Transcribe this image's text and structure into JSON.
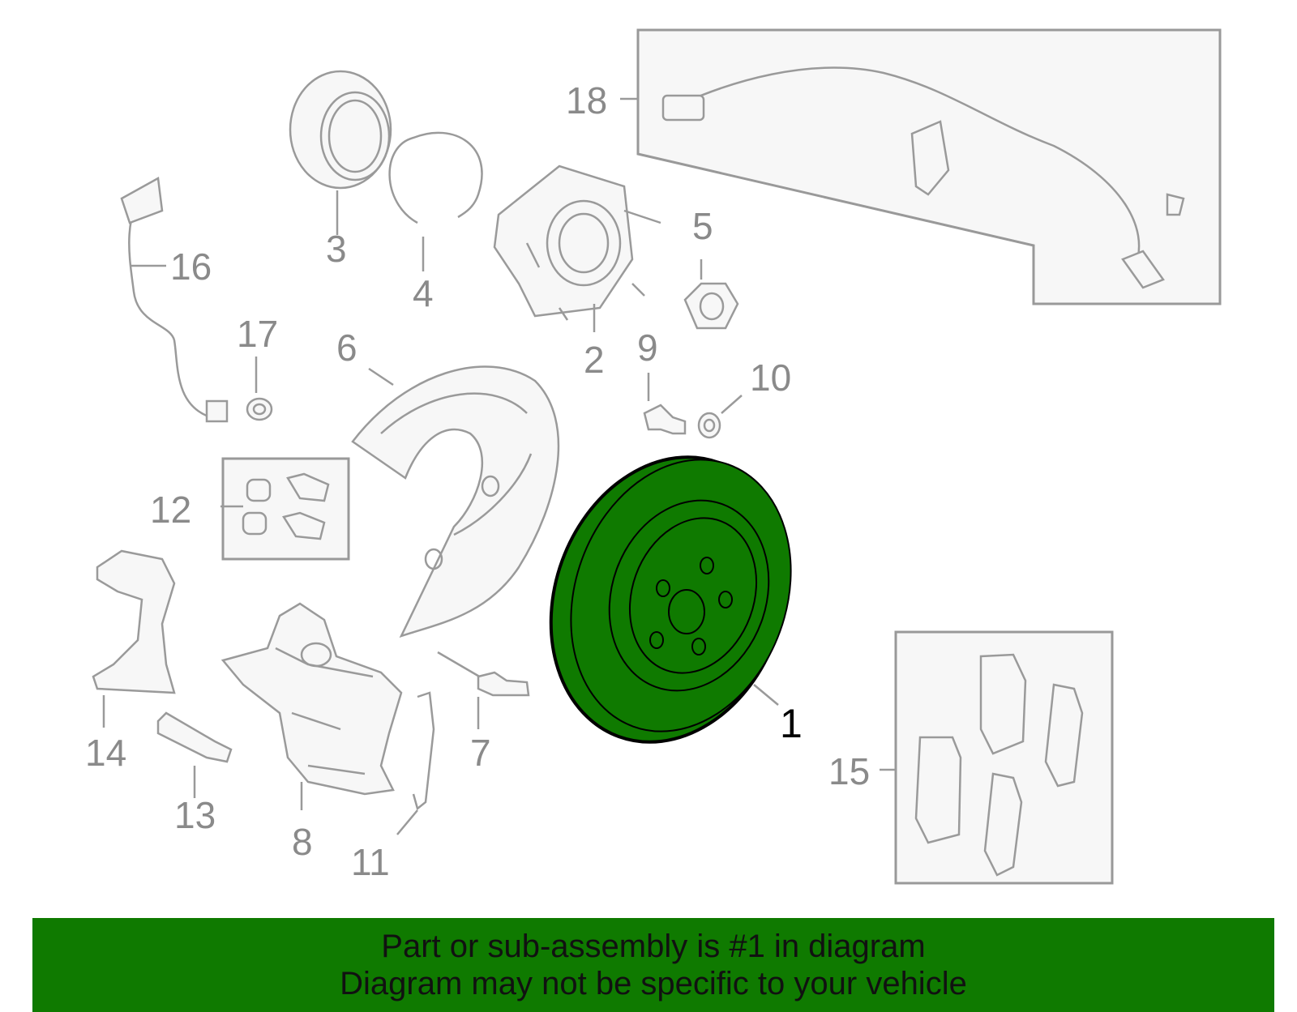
{
  "callouts": {
    "c1": "1",
    "c2": "2",
    "c3": "3",
    "c4": "4",
    "c5": "5",
    "c6": "6",
    "c7": "7",
    "c8": "8",
    "c9": "9",
    "c10": "10",
    "c11": "11",
    "c12": "12",
    "c13": "13",
    "c14": "14",
    "c15": "15",
    "c16": "16",
    "c17": "17",
    "c18": "18"
  },
  "banner": {
    "line1": "Part or sub-assembly is #1 in diagram",
    "line2": "Diagram may not be specific to your vehicle"
  },
  "colors": {
    "highlight": "#0f7a00",
    "outline": "#9a9a9a"
  }
}
